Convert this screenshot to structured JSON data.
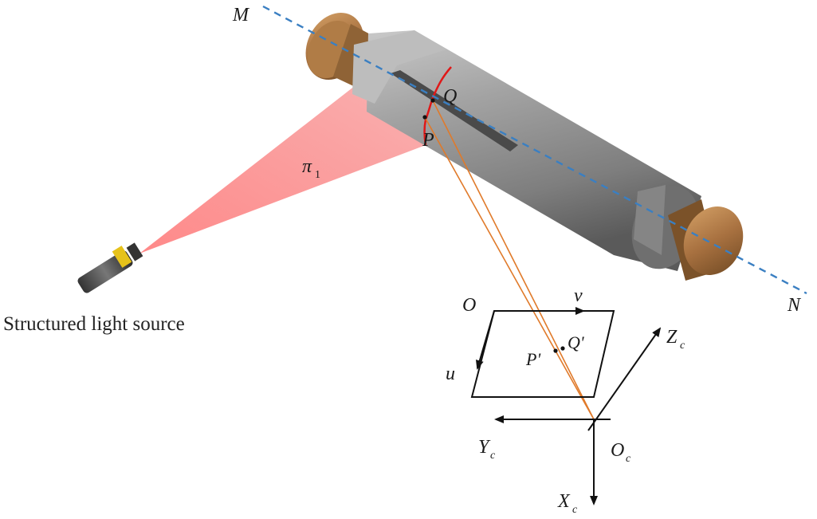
{
  "labels": {
    "axis_start": "M",
    "axis_end": "N",
    "point_q": "Q",
    "point_p": "P",
    "light_plane": "π",
    "light_plane_sub": "1",
    "image_origin": "O",
    "image_v": "v",
    "image_u": "u",
    "image_q": "Q'",
    "image_p": "P'",
    "camera_zc": "Z",
    "camera_zc_sub": "c",
    "camera_yc": "Y",
    "camera_yc_sub": "c",
    "camera_xc": "X",
    "camera_xc_sub": "c",
    "camera_oc": "O",
    "camera_oc_sub": "c",
    "light_source_caption": "Structured light source"
  },
  "colors": {
    "axis_dashed": "#3a7fc2",
    "laser_plane": "#e8323c",
    "ray_lines": "#e07a2a",
    "shaft_body": "#8c8c8c",
    "bearing_bronze": "#9a6a35"
  }
}
